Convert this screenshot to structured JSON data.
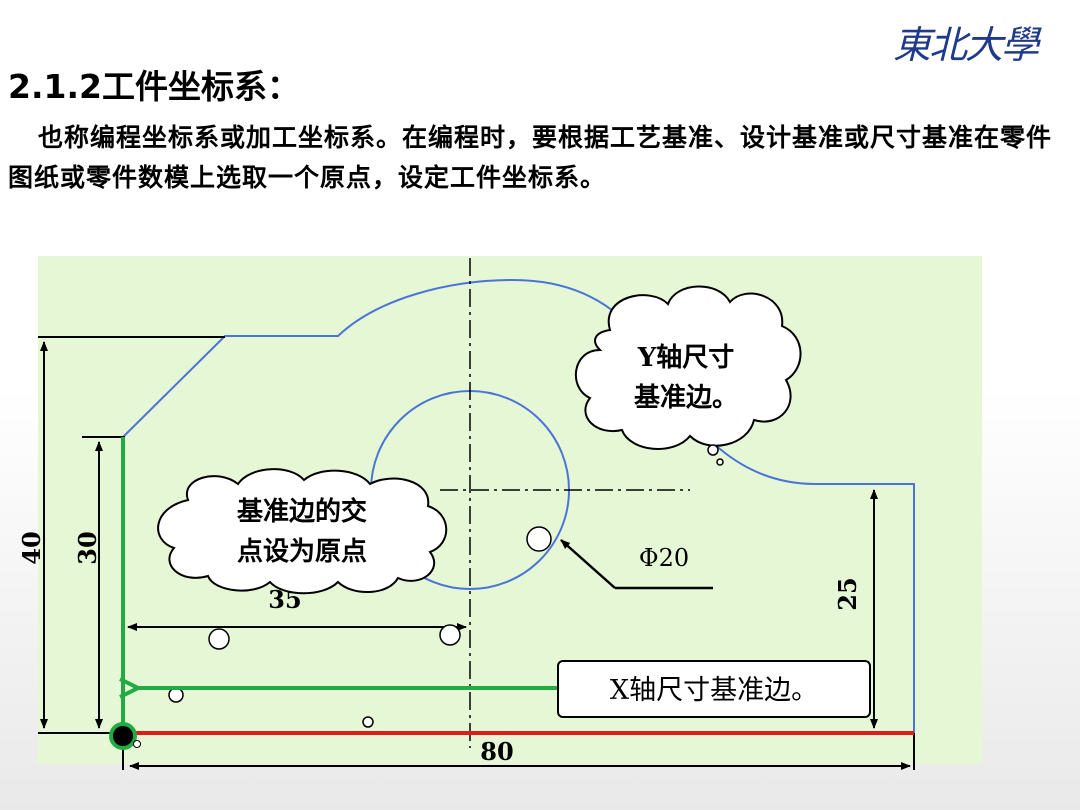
{
  "header": {
    "logo_text": "東北大學",
    "logo_color": "#1f3a8a"
  },
  "section": {
    "title": "2.1.2工件坐标系：",
    "paragraph": "也称编程坐标系或加工坐标系。在编程时，要根据工艺基准、设计基准或尺寸基准在零件图纸或零件数模上选取一个原点，设定工件坐标系。"
  },
  "figure": {
    "background_color": "#e6f7d6",
    "outline_color": "#4a74d8",
    "x_axis_color": "#e01b1b",
    "y_axis_color": "#22aa44",
    "callouts": {
      "y_axis": {
        "line1": "Y轴尺寸",
        "line2": "基准边。"
      },
      "origin": {
        "line1": "基准边的交",
        "line2": "点设为原点"
      },
      "x_axis": {
        "text": "X轴尺寸基准边。"
      }
    },
    "dimensions": {
      "overall_height": "40",
      "inner_height": "30",
      "hole_offset_x": "35",
      "right_height": "25",
      "overall_width": "80",
      "hole_diameter": "Φ20"
    }
  }
}
